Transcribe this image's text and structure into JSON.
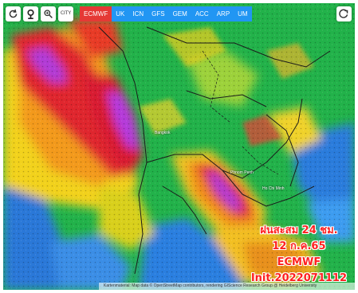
{
  "toolbar": {
    "tools": [
      {
        "name": "refresh-icon"
      },
      {
        "name": "location-pin-icon"
      },
      {
        "name": "zoom-icon"
      },
      {
        "name": "city-toggle",
        "label": "CITY"
      }
    ],
    "models": [
      "ECMWF",
      "UK",
      "ICN",
      "GFS",
      "GEM",
      "ACC",
      "ARP",
      "UM"
    ],
    "active_model": "ECMWF",
    "share_icon": "share-icon"
  },
  "map": {
    "places": [
      "Bangkok",
      "Phnom Penh",
      "Ho Chi Minh"
    ]
  },
  "overlay": {
    "line1": "ฝนสะสม 24 ชม.",
    "line2": "12 ก.ค.65",
    "line3": "ECMWF",
    "line4": "Init.2022071112"
  },
  "attribution": "Kartenmaterial: Map data © OpenStreetMap contributors, rendering GIScience Research Group @ Heidelberg University",
  "colors": {
    "tab_active": "#e53935",
    "tab_inactive": "#2196f3",
    "overlay_text": "#ff2020"
  }
}
